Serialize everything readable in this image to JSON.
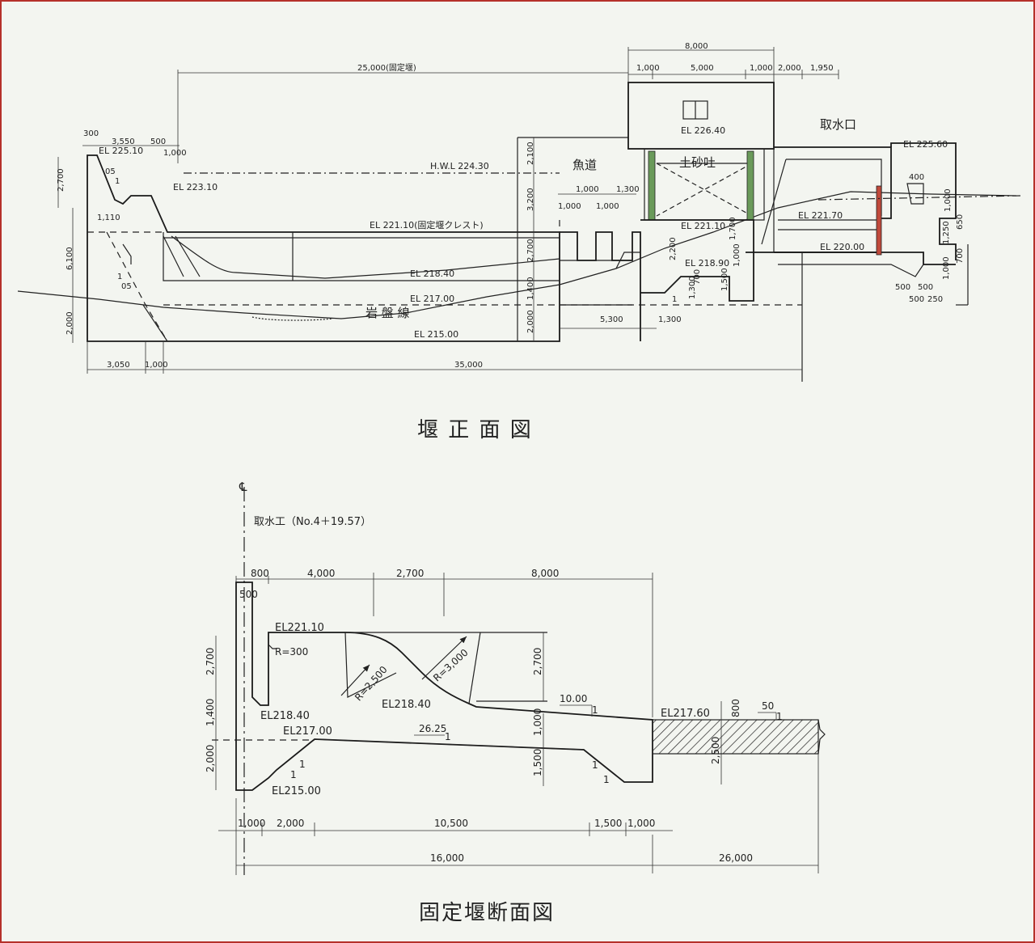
{
  "front_view": {
    "title": "堰 正 面 図",
    "dims_top": {
      "fixed_weir": "25,000(固定堰)",
      "total_gate": "8,000",
      "d1": "1,000",
      "d2": "5,000",
      "d3": "1,000",
      "d4": "2,000",
      "d5": "1,950",
      "d300": "300",
      "d3550": "3,550",
      "d500": "500",
      "d1000a": "1,000"
    },
    "dims_left": {
      "h2700": "2,700",
      "h1110": "1,110",
      "h6100": "6,100",
      "h2000": "2,000"
    },
    "dims_mid": {
      "h2100": "2,100",
      "h3200": "3,200",
      "h2700b": "2,700",
      "h1400": "1,400",
      "h2000b": "2,000",
      "fw1000a": "1,000",
      "fw1000b": "1,000",
      "fw1300": "1,300",
      "fw1000c": "1,000",
      "fw1000d": "1,000",
      "h2200": "2,200",
      "h1700": "1,700",
      "h1000": "1,000",
      "h1500": "1,500",
      "h1300": "1,300",
      "h700": "700",
      "w5300": "5,300",
      "w1300b": "1,300",
      "w400": "400",
      "r1000": "1,000",
      "r650": "650",
      "r1250": "1,250",
      "r1000b": "1,000",
      "r700": "700",
      "b500a": "500",
      "b500b": "500",
      "b500c": "500",
      "b250": "250"
    },
    "dims_bottom": {
      "b3050": "3,050",
      "b1000": "1,000",
      "b35000": "35,000"
    },
    "elevations": {
      "el22510": "EL 225.10",
      "el22310": "EL 223.10",
      "hwl": "H.W.L  224.30",
      "el22110_crest": "EL  221.10(固定堰クレスト)",
      "el21840": "EL 218.40",
      "el21700": "EL 217.00",
      "el21500": "EL 215.00",
      "el22640": "EL  226.40",
      "el22110b": "EL  221.10",
      "el21890": "EL  218.90",
      "el22170": "EL 221.70",
      "el22000": "EL  220.00",
      "el22560": "EL 225.60"
    },
    "labels": {
      "fishway": "魚道",
      "sluice": "土砂吐",
      "intake": "取水口",
      "bedrock": "岩    盤    線",
      "slope05a": "05",
      "slope05b": "05",
      "slope1a": "1",
      "slope1b": "1",
      "slope1c": "1",
      "slope1d": "1"
    }
  },
  "section_view": {
    "title": "固定堰断面図",
    "centerline": "℄",
    "intake_label": "取水工（No.4＋19.57）",
    "dims_top": {
      "t800": "800",
      "t4000": "4,000",
      "t2700": "2,700",
      "t8000": "8,000",
      "t500": "500"
    },
    "dims_left": {
      "l2700": "2,700",
      "l1400": "1,400",
      "l2000": "2,000"
    },
    "dims_right": {
      "r2700": "2,700",
      "r1000": "1,000",
      "r1500": "1,500",
      "r800": "800",
      "r2500": "2,500"
    },
    "dims_bottom": {
      "b1000": "1,000",
      "b2000": "2,000",
      "b10500": "10,500",
      "b1500": "1,500",
      "b1000b": "1,000",
      "b16000": "16,000",
      "b26000": "26,000"
    },
    "elevations": {
      "el22110": "EL221.10",
      "el21840a": "EL218.40",
      "el21840b": "EL218.40",
      "el21700": "EL217.00",
      "el21500": "EL215.00",
      "el21760": "EL217.60"
    },
    "labels": {
      "r300": "R=300",
      "r2500": "R=2,500",
      "r3000": "R=3,000",
      "slope1000": "10.00",
      "slope1000_1": "1",
      "slope2625": "26.25",
      "slope2625_1": "1",
      "slope50": "50",
      "slope50_1": "1",
      "sl1a": "1",
      "sl1b": "1",
      "sl1c": "1",
      "sl1d": "1"
    }
  }
}
